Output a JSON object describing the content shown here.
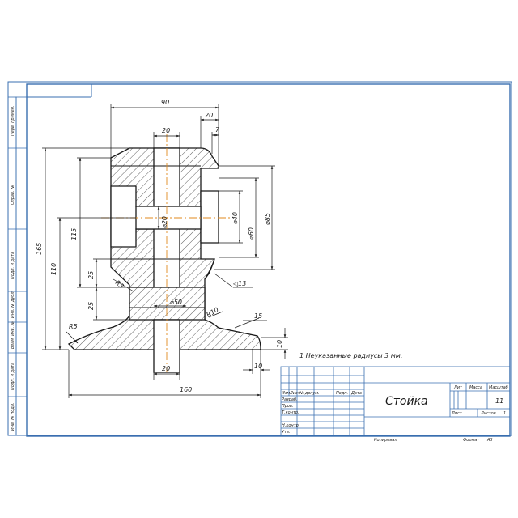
{
  "drawing": {
    "title": "Стойка",
    "note": "1 Неуказанные радиусы 3 мм.",
    "scale_sheet": "11",
    "sheet_label": "Лист",
    "sheets_label": "Листов",
    "sheets_count": "1",
    "lit_label": "Лит",
    "mass_label": "Масса",
    "scale_label": "Масштаб",
    "copy_label": "Копировал",
    "format_label": "Формат",
    "format_value": "А3"
  },
  "title_block": {
    "rows": [
      "Изм",
      "Лист",
      "№ докум.",
      "Подп.",
      "Дата"
    ],
    "roles": [
      "Разраб.",
      "Пров.",
      "Т.контр.",
      "",
      "Н.контр.",
      "Утв."
    ]
  },
  "side_strip": {
    "labels": [
      "Перв. примен.",
      "Справ. №",
      "Подп. и дата",
      "Инв. № дубл.",
      "Взам. инв. №",
      "Подп. и дата",
      "Инв. № подл."
    ]
  },
  "dimensions": {
    "d90": "90",
    "d20_top": "20",
    "d20_inner": "20",
    "d7": "7",
    "d165": "165",
    "d115": "115",
    "d110": "110",
    "d25a": "25",
    "d25b": "25",
    "dia20": "⌀20",
    "dia40": "⌀40",
    "dia60": "⌀60",
    "dia85": "⌀85",
    "dia50": "⌀50",
    "r3": "R3",
    "r5": "R5",
    "r10": "R10",
    "slope13": "◁13",
    "slope15": "15",
    "d10_right": "10",
    "d10_bottom": "10",
    "d20_bottom": "20",
    "d160": "160"
  }
}
